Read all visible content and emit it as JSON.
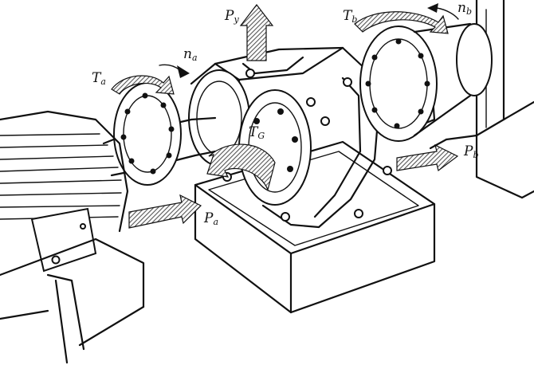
{
  "labels": {
    "Py": {
      "main": "P",
      "sub": "y"
    },
    "Pa": {
      "main": "P",
      "sub": "a"
    },
    "Pb": {
      "main": "P",
      "sub": "b"
    },
    "Ta": {
      "main": "T",
      "sub": "a"
    },
    "Tb": {
      "main": "T",
      "sub": "b"
    },
    "TG": {
      "main": "T",
      "sub": "G"
    },
    "na": {
      "main": "n",
      "sub": "a"
    },
    "nb": {
      "main": "n",
      "sub": "b"
    }
  },
  "colors": {
    "ink": "#111111",
    "paper": "#ffffff",
    "hatch": "#555555"
  }
}
